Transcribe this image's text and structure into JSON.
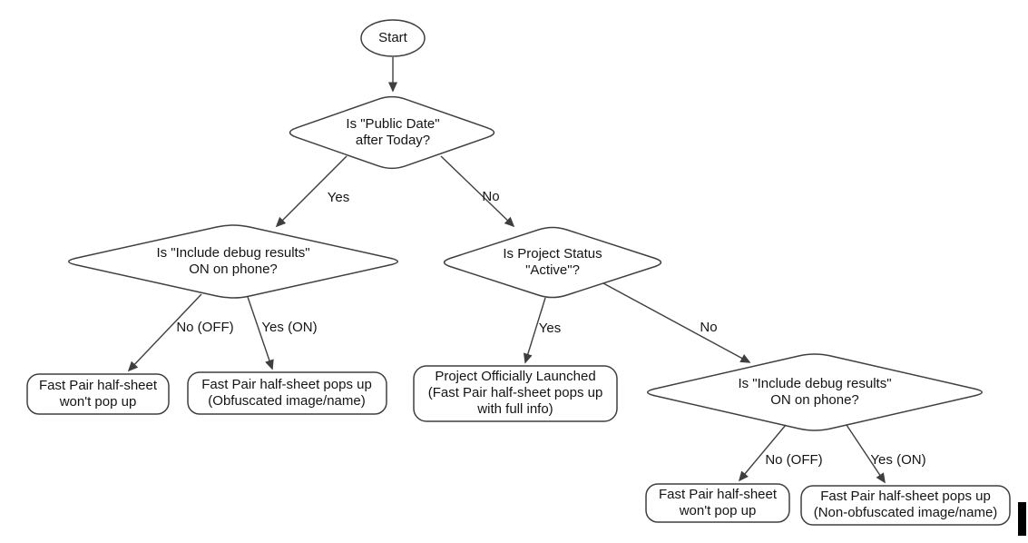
{
  "diagram": {
    "type": "flowchart",
    "colors": {
      "stroke": "#3f3f3f",
      "text": "#141414",
      "fill": "#ffffff"
    },
    "nodes": {
      "start": {
        "label": "Start"
      },
      "public_date": {
        "lines": [
          "Is \"Public Date\"",
          "after Today?"
        ]
      },
      "debug_left": {
        "lines": [
          "Is \"Include debug results\"",
          "ON on phone?"
        ]
      },
      "project_status": {
        "lines": [
          "Is Project Status",
          "\"Active\"?"
        ]
      },
      "debug_right": {
        "lines": [
          "Is \"Include debug results\"",
          "ON on phone?"
        ]
      },
      "no_popup_left": {
        "lines": [
          "Fast Pair half-sheet",
          "won't pop up"
        ]
      },
      "popup_obfuscated": {
        "lines": [
          "Fast Pair half-sheet pops up",
          "(Obfuscated image/name)"
        ]
      },
      "launched": {
        "lines": [
          "Project Officially Launched",
          "(Fast Pair half-sheet pops up",
          "with full info)"
        ]
      },
      "no_popup_right": {
        "lines": [
          "Fast Pair half-sheet",
          "won't pop up"
        ]
      },
      "popup_non_obfuscated": {
        "lines": [
          "Fast Pair half-sheet pops up",
          "(Non-obfuscated image/name)"
        ]
      }
    },
    "edge_labels": {
      "yes_top": "Yes",
      "no_top": "No",
      "no_off_left": "No (OFF)",
      "yes_on_left": "Yes (ON)",
      "yes_mid": "Yes",
      "no_mid": "No",
      "no_off_right": "No (OFF)",
      "yes_on_right": "Yes (ON)"
    }
  }
}
